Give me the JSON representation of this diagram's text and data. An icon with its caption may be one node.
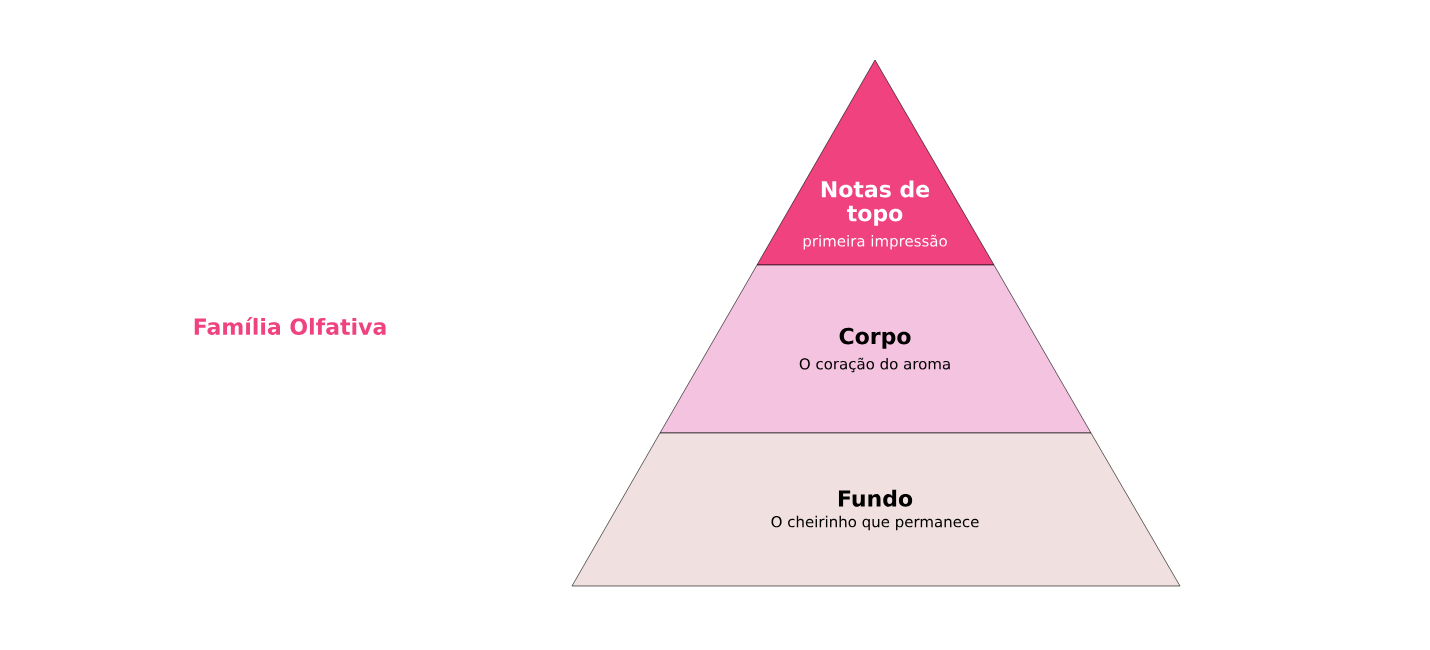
{
  "diagram": {
    "nodes": [
      {
        "text": [
          "Notas de topo",
          "primeira impressão"
        ]
      },
      {
        "text": [
          "Corpo",
          "O coração do aroma"
        ]
      },
      {
        "text": [
          "Fundo",
          "O cheirinho que permanece"
        ]
      }
    ],
    "labels": [
      "Família Olfativa"
    ]
  }
}
